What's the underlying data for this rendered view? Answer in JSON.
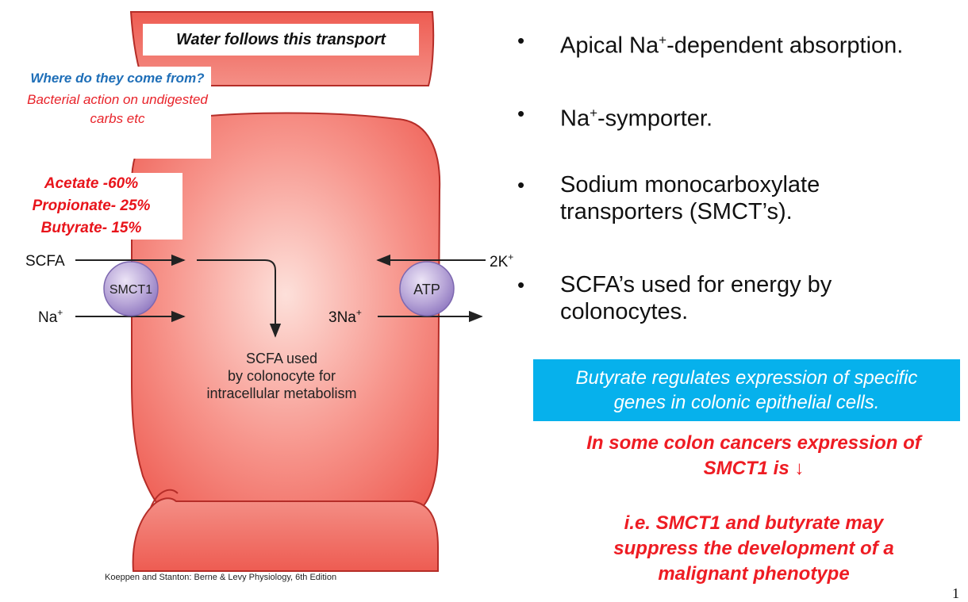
{
  "diagram": {
    "caption": "Water follows this transport",
    "origin_question": "Where do they come from?",
    "origin_answer": "Bacterial action on undigested carbs etc",
    "scfa_composition": [
      "Acetate -60%",
      "Propionate- 25%",
      "Butyrate- 15%"
    ],
    "labels": {
      "scfa_in": "SCFA",
      "na_in": "Na",
      "na_in_sup": "+",
      "smct1": "SMCT1",
      "atp": "ATP",
      "k_in": "2K",
      "k_in_sup": "+",
      "na_out": "3Na",
      "na_out_sup": "+",
      "scfa_used": [
        "SCFA used",
        "by colonocyte for",
        "intracellular metabolism"
      ]
    },
    "citation": "Koeppen and Stanton: Berne & Levy Physiology, 6th Edition",
    "colors": {
      "cell_fill": "#f3675f",
      "cell_stroke": "#b52d28",
      "transporter": "#b6a4d6"
    }
  },
  "bullets": [
    {
      "text": "Apical Na",
      "sup": "+",
      "text2": "-dependent absorption."
    },
    {
      "text": "Na",
      "sup": "+",
      "text2": "-symporter."
    },
    {
      "text": "Sodium monocarboxylate transporters (SMCT’s).",
      "sup": "",
      "text2": ""
    },
    {
      "text": "SCFA’s used for energy by colonocytes.",
      "sup": "",
      "text2": ""
    }
  ],
  "highlight": "Butyrate regulates expression of specific genes in colonic epithelial cells.",
  "cancer_note": "In some colon cancers expression of SMCT1 is ↓",
  "conclusion": "i.e. SMCT1 and butyrate may suppress the development of  a malignant phenotype",
  "page_number": "1",
  "theme": {
    "highlight_bg": "#06b1ec",
    "alert_red": "#ee1c23",
    "question_blue": "#1f6fb8"
  }
}
